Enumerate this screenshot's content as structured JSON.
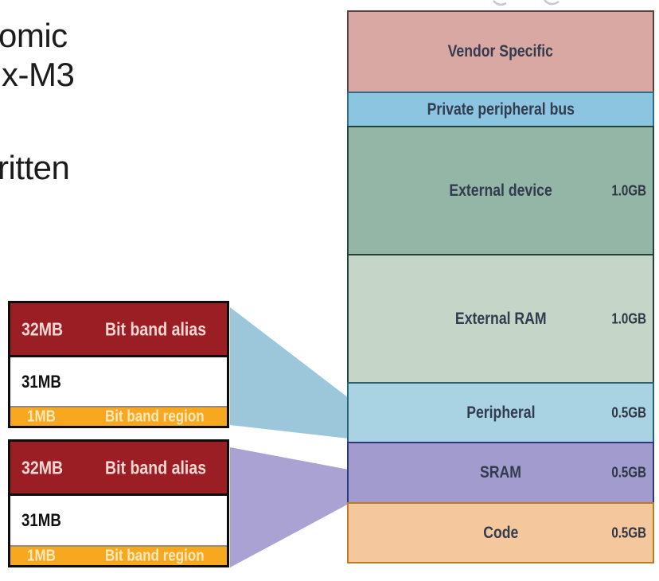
{
  "slide_fragments": {
    "line1": "omic",
    "line2": "x-M3",
    "line3": "ritten"
  },
  "memory_map": {
    "regions": [
      {
        "label": "Vendor Specific",
        "size_label": "",
        "fill": "#d9a8a3",
        "border": "#5f3f3b"
      },
      {
        "label": "Private peripheral bus",
        "size_label": "",
        "fill": "#8cc5e0",
        "border": "#2f6b85"
      },
      {
        "label": "External device",
        "size_label": "1.0GB",
        "fill": "#94b6a6",
        "border": "#23423c"
      },
      {
        "label": "External RAM",
        "size_label": "1.0GB",
        "fill": "#c5d6c8",
        "border": "#23423c"
      },
      {
        "label": "Peripheral",
        "size_label": "0.5GB",
        "fill": "#a9d2e3",
        "border": "#276275"
      },
      {
        "label": "SRAM",
        "size_label": "0.5GB",
        "fill": "#a29bce",
        "border": "#31357b"
      },
      {
        "label": "Code",
        "size_label": "0.5GB",
        "fill": "#f4c79c",
        "border": "#bd7b24"
      }
    ]
  },
  "bit_band_tables": [
    {
      "name": "peripheral-bit-band",
      "rows": [
        {
          "size": "32MB",
          "label": "Bit band alias"
        },
        {
          "size": "31MB",
          "label": ""
        },
        {
          "size": "1MB",
          "label": "Bit band region"
        }
      ]
    },
    {
      "name": "sram-bit-band",
      "rows": [
        {
          "size": "32MB",
          "label": "Bit band alias"
        },
        {
          "size": "31MB",
          "label": ""
        },
        {
          "size": "1MB",
          "label": "Bit band region"
        }
      ]
    }
  ],
  "colors": {
    "bit_band_alias_fill": "#9b1e24",
    "bit_band_plain_fill": "#ffffff",
    "bit_band_region_fill": "#f7a81f",
    "connector_blue": "#9cc7da",
    "connector_purple": "#a9a2d3",
    "artifact_gray": "#c2c8cd"
  }
}
